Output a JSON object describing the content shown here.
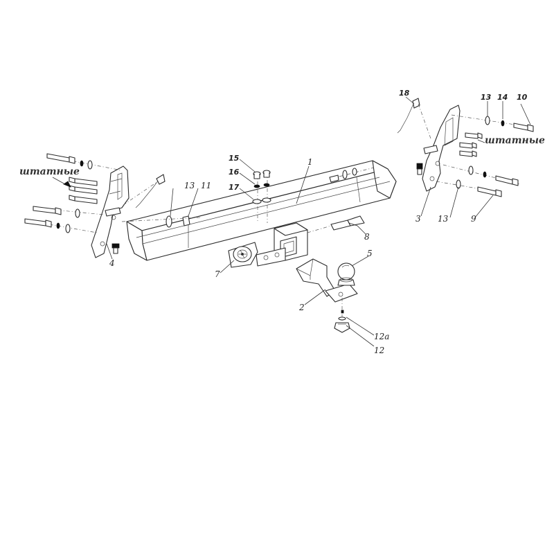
{
  "diagram": {
    "notes": {
      "left_stock": "штатные",
      "right_stock": "штатные"
    },
    "callouts": {
      "p1": "1",
      "p2": "2",
      "p3": "3",
      "p4": "4",
      "p5": "5",
      "p7": "7",
      "p8": "8",
      "p9": "9",
      "p10": "10",
      "p11": "11",
      "p12": "12",
      "p12a": "12а",
      "p13_left": "13",
      "p13_right_top": "13",
      "p13_right_bottom": "13",
      "p14": "14",
      "p15": "15",
      "p16": "16",
      "p17": "17",
      "p18": "18"
    }
  }
}
